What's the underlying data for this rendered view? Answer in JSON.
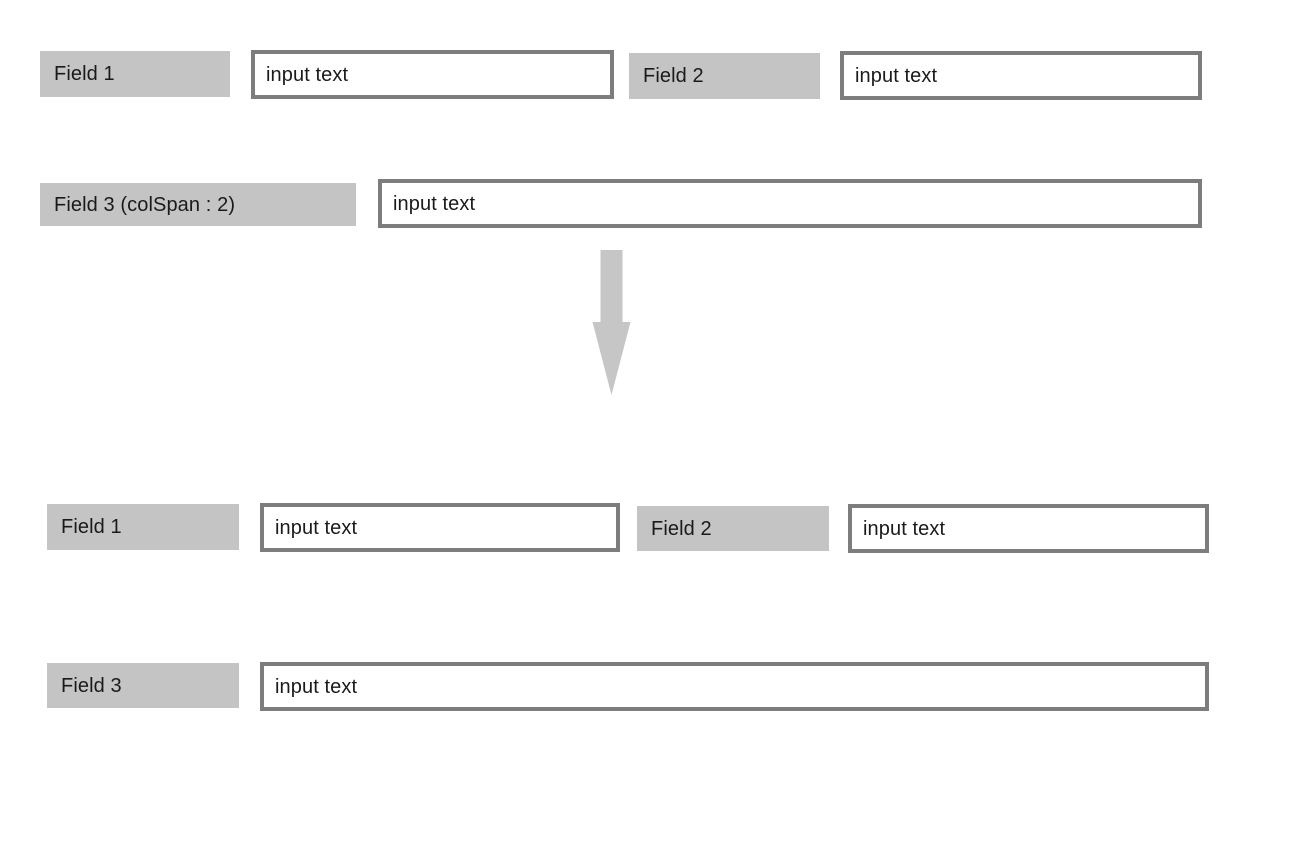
{
  "page": {
    "background_color": "#ffffff",
    "label_background_color": "#c4c4c4",
    "input_border_color": "#7d7d7d",
    "text_color": "#1a1a1a",
    "arrow_color": "#c6c6c6"
  },
  "groups": [
    {
      "name": "before-layout",
      "rows": [
        {
          "cells": [
            {
              "label": "Field 1",
              "value": "input text"
            },
            {
              "label": "Field 2",
              "value": "input text"
            }
          ]
        },
        {
          "cells": [
            {
              "label": "Field 3 (colSpan : 2)",
              "value": "input text"
            }
          ]
        }
      ]
    },
    {
      "name": "after-layout",
      "rows": [
        {
          "cells": [
            {
              "label": "Field 1",
              "value": "input text"
            },
            {
              "label": "Field 2",
              "value": "input text"
            }
          ]
        },
        {
          "cells": [
            {
              "label": "Field 3",
              "value": "input text"
            }
          ]
        }
      ]
    }
  ],
  "arrow": {
    "icon": "arrow-down-icon",
    "direction": "down"
  }
}
